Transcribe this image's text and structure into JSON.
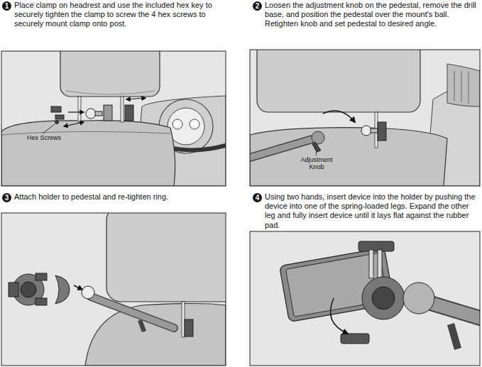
{
  "diagram": {
    "nodes": [
      {
        "text": [
          "1"
        ]
      },
      {
        "text": [
          "2"
        ]
      },
      {
        "text": [
          "3"
        ]
      },
      {
        "text": [
          "4"
        ]
      }
    ],
    "labels": [
      "Place clamp on headrest and use the included hex key to securely tighten the clamp to screw the 4 hex screws to securely mount clamp onto post.",
      "Loosen the adjustment knob on the pedestal, remove the drill base, and position the pedestal over the mount's ball. Retighten knob and set pedestal to desired angle.",
      "Attach holder to pedestal and re-tighten ring.",
      "Using two hands, insert device into the holder by pushing the device into one of the spring-loaded legs. Expand the other leg and fully insert device until it lays flat against the rubber pad.",
      "Hex Screws",
      "Adjustment Knob"
    ]
  }
}
